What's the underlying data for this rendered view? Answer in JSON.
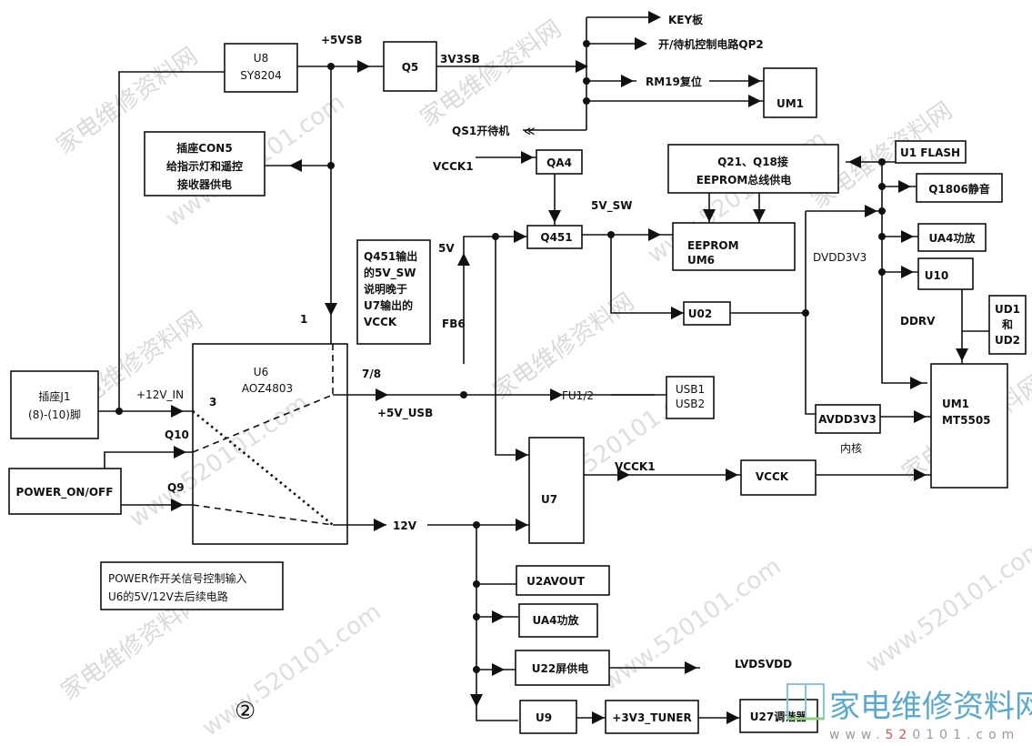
{
  "figure_label": "②",
  "watermarks": {
    "cn": "家电维修资料网",
    "url": "www.520101.com"
  },
  "logo": {
    "text": "家电维修资料网",
    "url_prefix": "www.",
    "url_red": "52",
    "url_rest": "0101.com",
    "colors": {
      "text": "#5aa9cf",
      "accent": "#d9534f"
    }
  },
  "blocks": {
    "u8": {
      "line1": "U8",
      "line2": "SY8204"
    },
    "q5": {
      "label": "Q5"
    },
    "con5": {
      "line1": "插座CON5",
      "line2": "给指示灯和遥控",
      "line3": "接收器供电"
    },
    "um1_top": {
      "label": "UM1"
    },
    "qa4": {
      "label": "QA4"
    },
    "q451": {
      "label": "Q451"
    },
    "q21": {
      "line1": "Q21、Q18接",
      "line2": "EEPROM总线供电"
    },
    "eeprom": {
      "line1": "EEPROM",
      "line2": "UM6"
    },
    "u1flash": {
      "label": "U1 FLASH"
    },
    "q1806": {
      "label": "Q1806静音"
    },
    "ua4_top": {
      "label": "UA4功放"
    },
    "u10": {
      "label": "U10"
    },
    "ud": {
      "line1": "UD1",
      "line2": "和",
      "line3": "UD2"
    },
    "u02": {
      "label": "U02"
    },
    "note_q451": {
      "line1": "Q451输出",
      "line2": "的5V_SW",
      "line3": "说明晚于",
      "line4": "U7输出的",
      "line5": "VCCK"
    },
    "j1": {
      "line1": "插座J1",
      "line2": "(8)-(10)脚"
    },
    "power": {
      "label": "POWER_ON/OFF"
    },
    "u6": {
      "line1": "U6",
      "line2": "AOZ4803"
    },
    "usb": {
      "line1": "USB1",
      "line2": "USB2"
    },
    "avdd": {
      "label": "AVDD3V3"
    },
    "mt5505": {
      "line1": "UM1",
      "line2": "MT5505"
    },
    "u7": {
      "label": "U7"
    },
    "vcck": {
      "label": "VCCK"
    },
    "note_power": {
      "line1": "POWER作开关信号控制输入",
      "line2": "U6的5V/12V去后续电路"
    },
    "u2avout": {
      "label": "U2AVOUT"
    },
    "ua4_bot": {
      "label": "UA4功放"
    },
    "u22": {
      "label": "U22屏供电"
    },
    "u9": {
      "label": "U9"
    },
    "tuner": {
      "label": "+3V3_TUNER"
    },
    "u27": {
      "label": "U27调谐器"
    }
  },
  "signals": {
    "p5vsb": "+5VSB",
    "v3v3sb": "3V3SB",
    "key": "KEY板",
    "standby_ctrl": "开/待机控制电路QP2",
    "rm19": "RM19复位",
    "qs1": "QS1开待机",
    "vcck1_in": "VCCK1",
    "v5sw": "5V_SW",
    "v5": "5V",
    "fb6": "FB6",
    "dvdd": "DVDD3V3",
    "ddrv": "DDRV",
    "pin1": "1",
    "pin3": "3",
    "pin78": "7/8",
    "p12v_in": "+12V_IN",
    "q10": "Q10",
    "q9": "Q9",
    "p5v_usb": "+5V_USB",
    "fu12": "FU1/2",
    "core": "内核",
    "vcck1_out": "VCCK1",
    "v12": "12V",
    "lvdsvdd": "LVDSVDD"
  }
}
